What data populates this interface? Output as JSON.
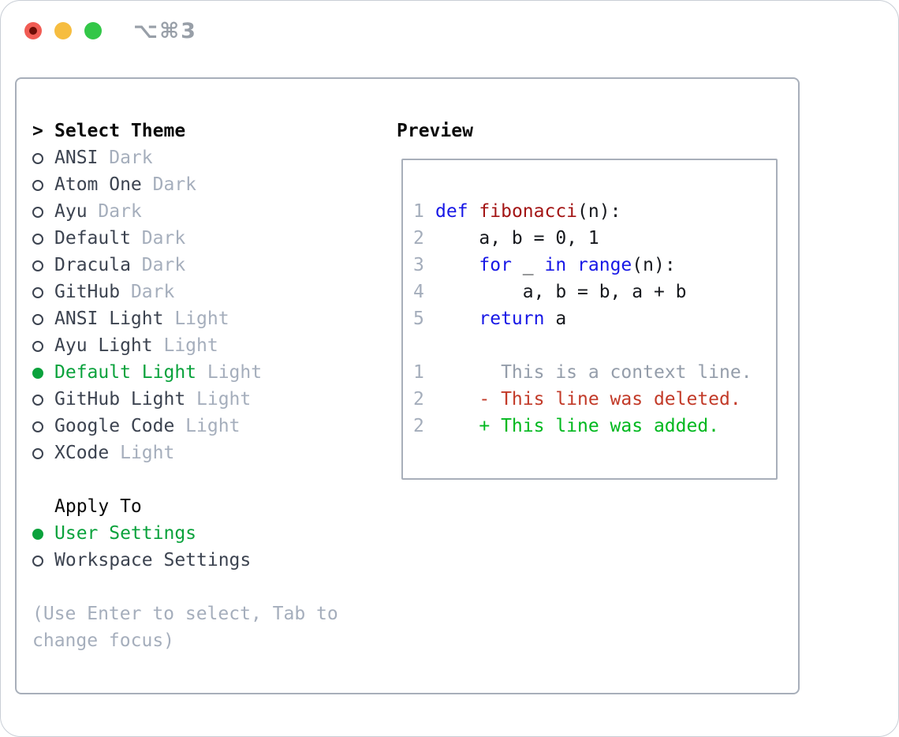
{
  "titlebar": {
    "shortcut": "⌥⌘3",
    "buttons": [
      "close",
      "minimize",
      "zoom"
    ]
  },
  "theme_picker": {
    "cursor": ">",
    "header": "Select Theme",
    "items": [
      {
        "name": "ANSI",
        "variant": "Dark",
        "selected": false
      },
      {
        "name": "Atom One",
        "variant": "Dark",
        "selected": false
      },
      {
        "name": "Ayu",
        "variant": "Dark",
        "selected": false
      },
      {
        "name": "Default",
        "variant": "Dark",
        "selected": false
      },
      {
        "name": "Dracula",
        "variant": "Dark",
        "selected": false
      },
      {
        "name": "GitHub",
        "variant": "Dark",
        "selected": false
      },
      {
        "name": "ANSI Light",
        "variant": "Light",
        "selected": false
      },
      {
        "name": "Ayu Light",
        "variant": "Light",
        "selected": false
      },
      {
        "name": "Default Light",
        "variant": "Light",
        "selected": true
      },
      {
        "name": "GitHub Light",
        "variant": "Light",
        "selected": false
      },
      {
        "name": "Google Code",
        "variant": "Light",
        "selected": false
      },
      {
        "name": "XCode",
        "variant": "Light",
        "selected": false
      }
    ]
  },
  "apply_to": {
    "header": "Apply To",
    "items": [
      {
        "label": "User Settings",
        "selected": true
      },
      {
        "label": "Workspace Settings",
        "selected": false
      }
    ]
  },
  "help_text": "(Use Enter to select, Tab to change focus)",
  "preview": {
    "header": "Preview",
    "lines": [
      {
        "num": "1",
        "segments": [
          {
            "text": "def",
            "style": "keyword"
          },
          {
            "text": " ",
            "style": "plain"
          },
          {
            "text": "fibonacci",
            "style": "function"
          },
          {
            "text": "(n):",
            "style": "plain"
          }
        ]
      },
      {
        "num": "2",
        "segments": [
          {
            "text": "    a, b = 0, 1",
            "style": "plain"
          }
        ]
      },
      {
        "num": "3",
        "segments": [
          {
            "text": "    ",
            "style": "plain"
          },
          {
            "text": "for",
            "style": "keyword"
          },
          {
            "text": " _ ",
            "style": "plain"
          },
          {
            "text": "in",
            "style": "keyword"
          },
          {
            "text": " ",
            "style": "plain"
          },
          {
            "text": "range",
            "style": "keyword"
          },
          {
            "text": "(n):",
            "style": "plain"
          }
        ]
      },
      {
        "num": "4",
        "segments": [
          {
            "text": "        a, b = b, a + b",
            "style": "plain"
          }
        ]
      },
      {
        "num": "5",
        "segments": [
          {
            "text": "    ",
            "style": "plain"
          },
          {
            "text": "return",
            "style": "keyword"
          },
          {
            "text": " a",
            "style": "plain"
          }
        ]
      },
      {
        "num": "",
        "segments": []
      },
      {
        "num": "1",
        "segments": [
          {
            "text": "      This is a context line.",
            "style": "context"
          }
        ]
      },
      {
        "num": "2",
        "segments": [
          {
            "text": "    - This line was deleted.",
            "style": "deleted"
          }
        ]
      },
      {
        "num": "2",
        "segments": [
          {
            "text": "    + This line was added.",
            "style": "added"
          }
        ]
      }
    ]
  },
  "colors": {
    "selected_green": "#0aa23c",
    "added_green": "#00b81e",
    "deleted_red": "#c23a28",
    "keyword_blue": "#1717e6",
    "function_red": "#a31515",
    "text_dark": "#3c4350",
    "muted_gray": "#a5aebc",
    "panel_border": "#a8afba",
    "traffic_red": "#f15c54",
    "traffic_yellow": "#f6bd40",
    "traffic_green": "#33c748"
  }
}
